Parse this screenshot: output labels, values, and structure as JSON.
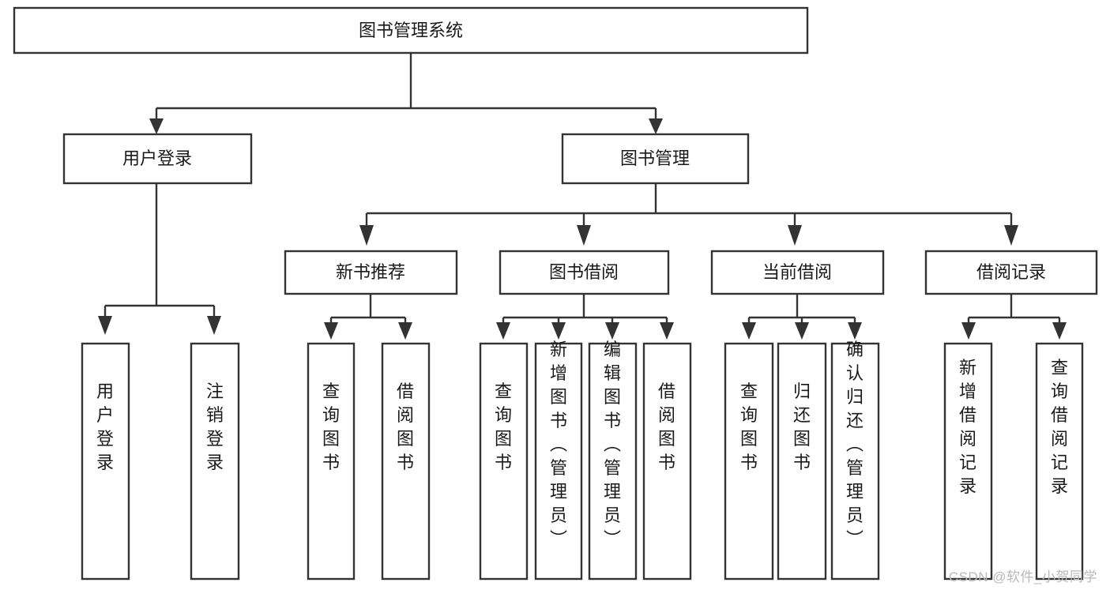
{
  "diagram": {
    "type": "tree-hierarchy-flowchart",
    "title": "图书管理系统",
    "orientation": "top-down",
    "colors": {
      "stroke": "#333333",
      "fill": "#ffffff",
      "text": "#1a1a1a",
      "watermark": "#b9b9b9"
    },
    "root": {
      "label": "图书管理系统"
    },
    "level2": [
      {
        "label": "用户登录"
      },
      {
        "label": "图书管理"
      }
    ],
    "level3": [
      {
        "label": "新书推荐"
      },
      {
        "label": "图书借阅"
      },
      {
        "label": "当前借阅"
      },
      {
        "label": "借阅记录"
      }
    ],
    "leaves": {
      "user_login": [
        {
          "label": "用户登录"
        },
        {
          "label": "注销登录"
        }
      ],
      "new_book_recommend": [
        {
          "label": "查询图书"
        },
        {
          "label": "借阅图书"
        }
      ],
      "book_borrow": [
        {
          "label": "查询图书"
        },
        {
          "label": "新增图书（管理员）"
        },
        {
          "label": "编辑图书（管理员）"
        },
        {
          "label": "借阅图书"
        }
      ],
      "current_borrow": [
        {
          "label": "查询图书"
        },
        {
          "label": "归还图书"
        },
        {
          "label": "确认归还（管理员）"
        }
      ],
      "borrow_record": [
        {
          "label": "新增借阅记录"
        },
        {
          "label": "查询借阅记录"
        }
      ]
    }
  },
  "watermark": {
    "text": "CSDN @软件_小贺同学"
  }
}
